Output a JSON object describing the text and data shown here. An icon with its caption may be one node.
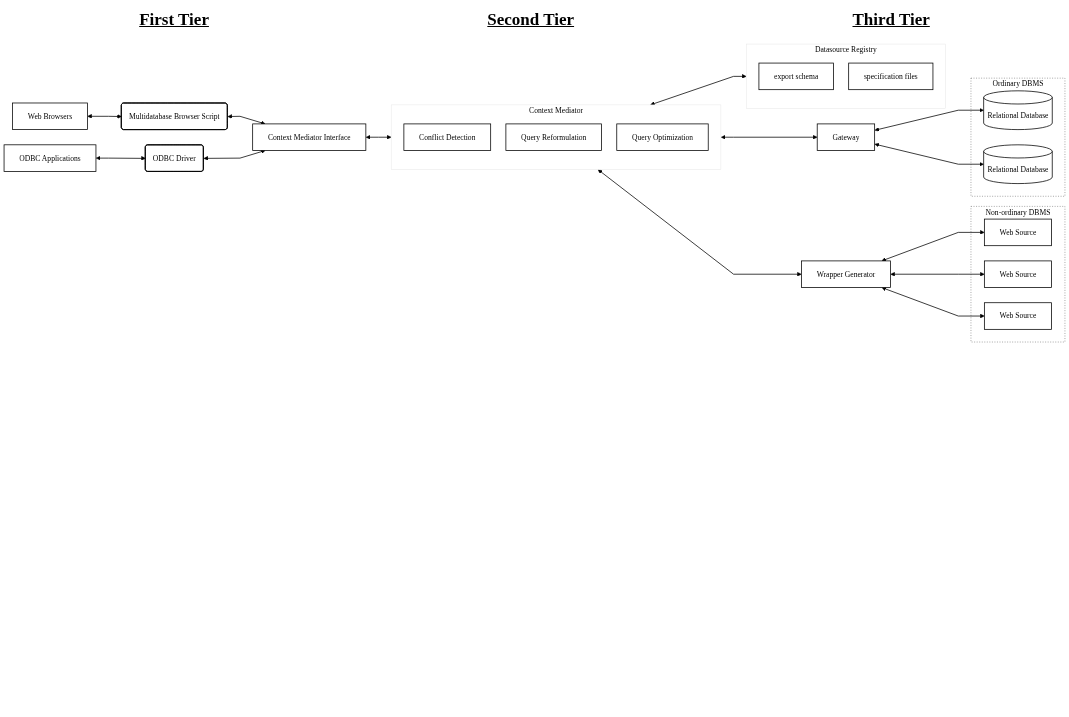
{
  "diagram": {
    "nodes": [
      {
        "text": [
          "Web Browsers"
        ]
      },
      {
        "text": [
          "Multidatabase Browser Script"
        ]
      },
      {
        "text": [
          "ODBC Applications"
        ]
      },
      {
        "text": [
          "ODBC Driver"
        ]
      },
      {
        "text": [
          "Context Mediator Interface"
        ]
      },
      {
        "text": [
          "Context Mediator"
        ]
      },
      {
        "text": [
          "Conflict Detection"
        ],
        "in": 5
      },
      {
        "text": [
          "Query Reformulation"
        ],
        "in": 5
      },
      {
        "text": [
          "Query Optimization"
        ],
        "in": 5
      },
      {
        "text": [
          "Datasource Registry"
        ]
      },
      {
        "text": [
          "export schema"
        ],
        "in": 9
      },
      {
        "text": [
          "specification files"
        ],
        "in": 9
      },
      {
        "text": [
          "Wrapper Generator"
        ]
      },
      {
        "text": [
          "Non-ordinary DBMS"
        ]
      },
      {
        "text": [
          "Web Source"
        ],
        "in": 13
      },
      {
        "text": [
          "Web Source"
        ],
        "in": 13
      },
      {
        "text": [
          "Web Source"
        ],
        "in": 13
      },
      {
        "text": [
          "Gateway"
        ]
      },
      {
        "text": [
          "Ordinary DBMS"
        ]
      },
      {
        "text": [
          "Relational Database"
        ],
        "in": 18
      },
      {
        "text": [
          "Relational Database"
        ],
        "in": 18
      }
    ],
    "edges": [
      {
        "from": 0,
        "to": 1,
        "arrow": "both"
      },
      {
        "from": 1,
        "to": 4,
        "arrow": "both"
      },
      {
        "from": 2,
        "to": 3,
        "arrow": "both"
      },
      {
        "from": 3,
        "to": 4,
        "arrow": "both"
      },
      {
        "from": 4,
        "to": 5,
        "arrow": "both"
      },
      {
        "from": 5,
        "to": 9,
        "arrow": "both"
      },
      {
        "from": 5,
        "to": 12,
        "arrow": "both"
      },
      {
        "from": 5,
        "to": 17,
        "arrow": "both"
      },
      {
        "from": 12,
        "to": 14,
        "arrow": "both"
      },
      {
        "from": 12,
        "to": 15,
        "arrow": "both"
      },
      {
        "from": 12,
        "to": 16,
        "arrow": "both"
      },
      {
        "from": 17,
        "to": 19,
        "arrow": "both"
      },
      {
        "from": 17,
        "to": 20,
        "arrow": "both"
      }
    ],
    "labels": [
      "First Tier",
      "Second Tier",
      "Third Tier"
    ]
  }
}
